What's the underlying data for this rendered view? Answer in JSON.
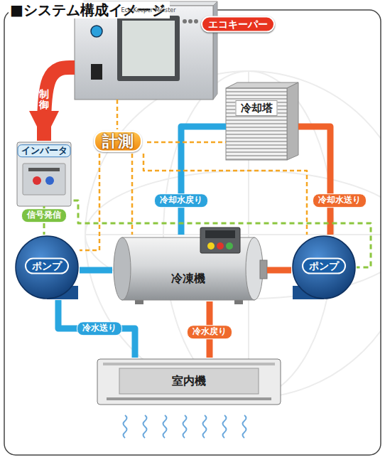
{
  "diagram": {
    "title": "■システム構成イメージ",
    "nodes": [
      {
        "text": [
          "エコキーパー",
          "Eco Keeper Meister"
        ]
      },
      {
        "text": [
          "冷却塔"
        ]
      },
      {
        "text": [
          "インバータ"
        ]
      },
      {
        "text": [
          "計測"
        ]
      },
      {
        "text": [
          "ポンプ"
        ]
      },
      {
        "text": [
          "冷凍機"
        ]
      },
      {
        "text": [
          "ポンプ"
        ]
      },
      {
        "text": [
          "室内機"
        ]
      }
    ],
    "edges": [
      {
        "from": 0,
        "to": 2,
        "label": "制御",
        "arrow": "to"
      },
      {
        "from": 5,
        "to": 1,
        "label": "冷却水戻り",
        "arrow": "none"
      },
      {
        "from": 1,
        "to": 6,
        "label": "冷却水送り",
        "arrow": "none"
      },
      {
        "from": 6,
        "to": 5,
        "arrow": "none"
      },
      {
        "from": 5,
        "to": 4,
        "arrow": "none"
      },
      {
        "from": 4,
        "to": 7,
        "label": "冷水送り",
        "arrow": "none"
      },
      {
        "from": 7,
        "to": 5,
        "label": "冷水戻り",
        "arrow": "none"
      },
      {
        "from": 2,
        "to": 4,
        "label": "信号発信",
        "arrow": "none"
      },
      {
        "from": 2,
        "to": 6,
        "arrow": "none"
      },
      {
        "from": 0,
        "to": 3,
        "arrow": "none"
      },
      {
        "from": 3,
        "to": 5,
        "arrow": "none"
      },
      {
        "from": 3,
        "to": 4,
        "arrow": "none"
      },
      {
        "from": 3,
        "to": 1,
        "arrow": "none"
      },
      {
        "from": 3,
        "to": 6,
        "arrow": "none"
      }
    ]
  }
}
